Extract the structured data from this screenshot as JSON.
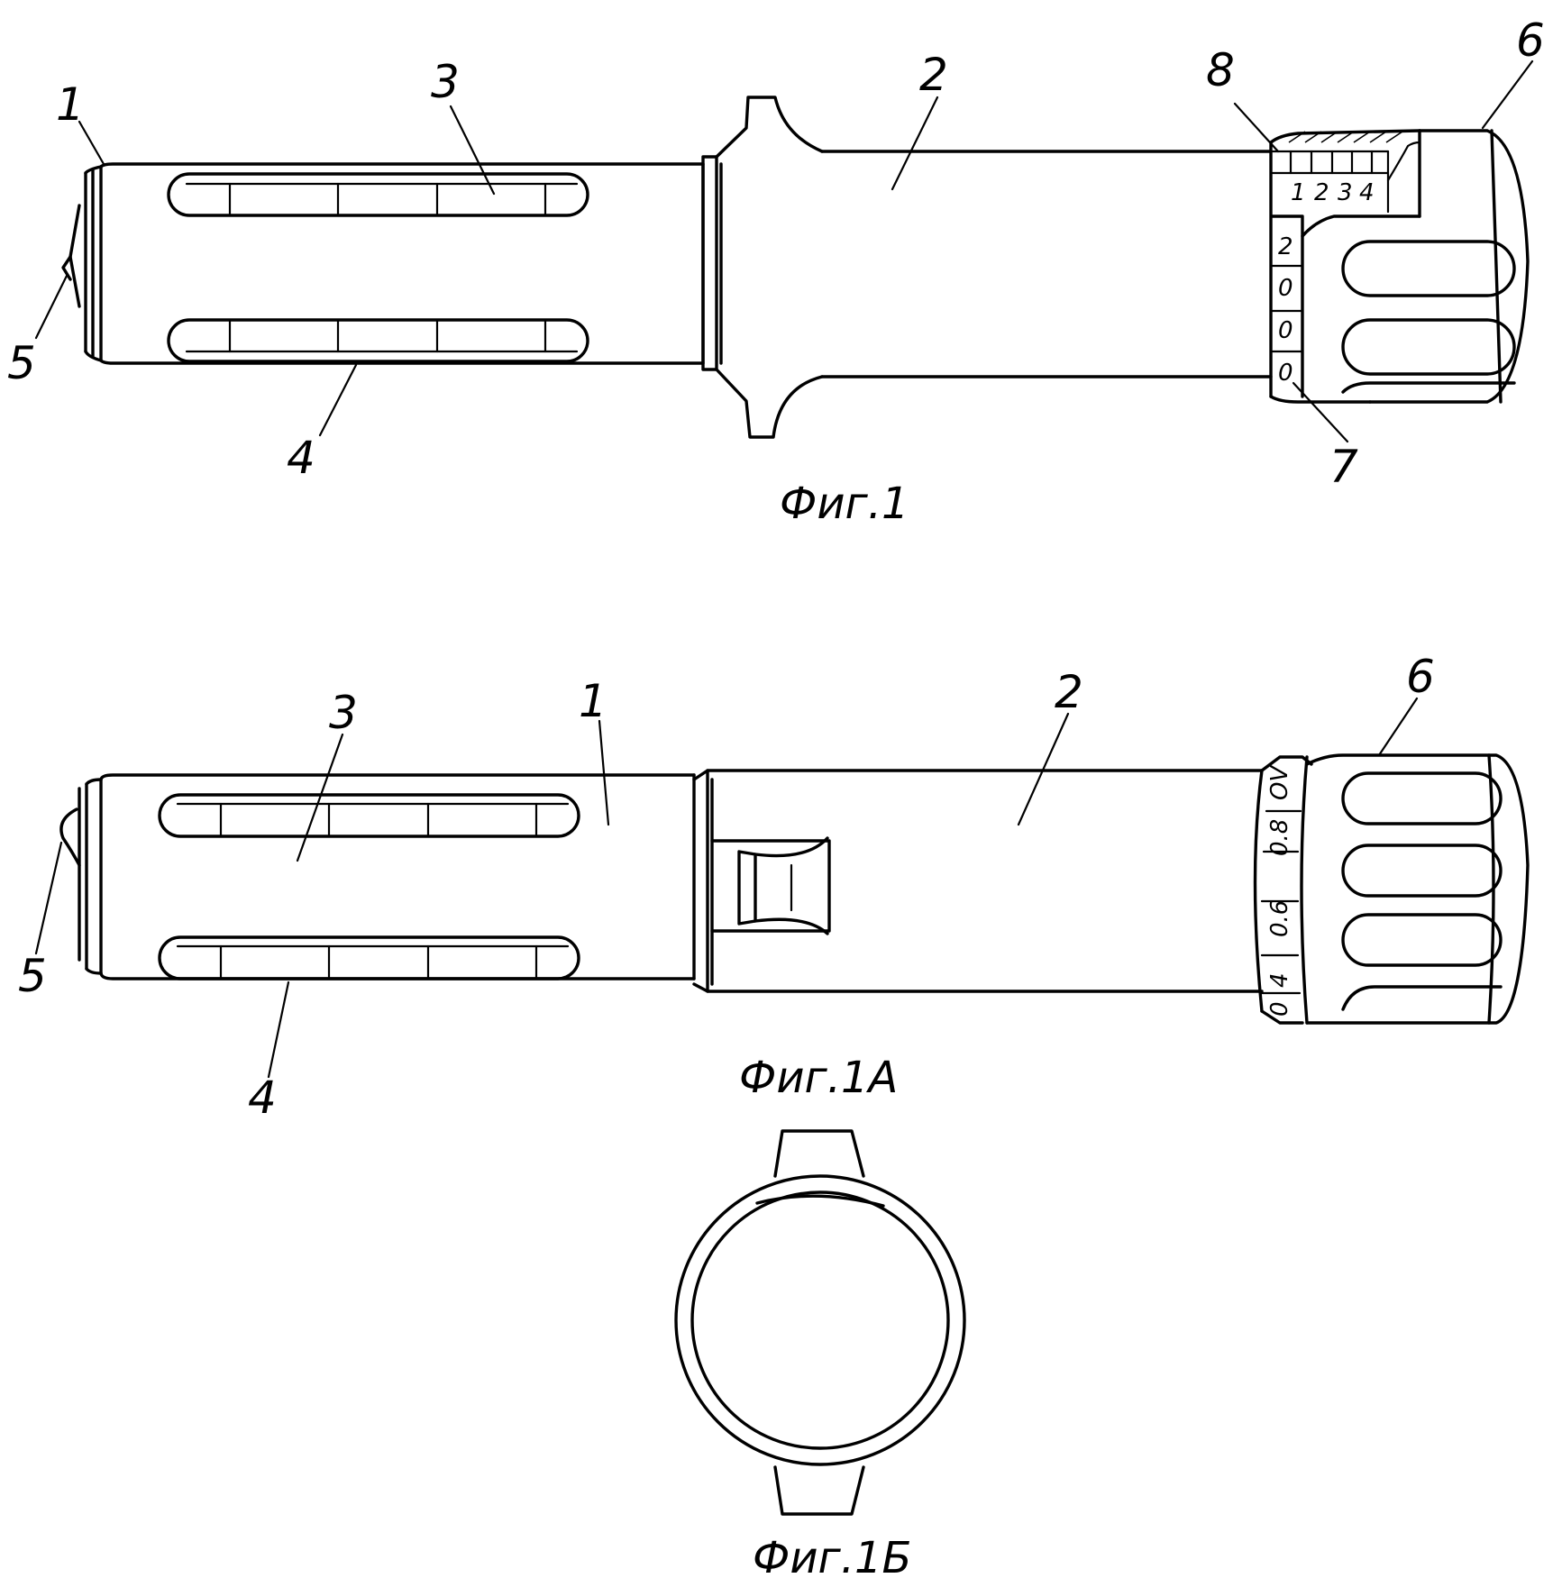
{
  "figures": [
    {
      "caption": "Фиг.1",
      "labels": [
        "1",
        "2",
        "3",
        "4",
        "5",
        "6",
        "7",
        "8"
      ],
      "scale_top": [
        "1",
        "2",
        "3",
        "4"
      ],
      "scale_side": [
        "2",
        "0",
        "0",
        "0"
      ]
    },
    {
      "caption": "Фиг.1А",
      "labels": [
        "1",
        "2",
        "3",
        "4",
        "5",
        "6"
      ],
      "scale_side": [
        "0",
        "4",
        "0.6",
        "0.8",
        "OV"
      ]
    },
    {
      "caption": "Фиг.1Б"
    }
  ]
}
